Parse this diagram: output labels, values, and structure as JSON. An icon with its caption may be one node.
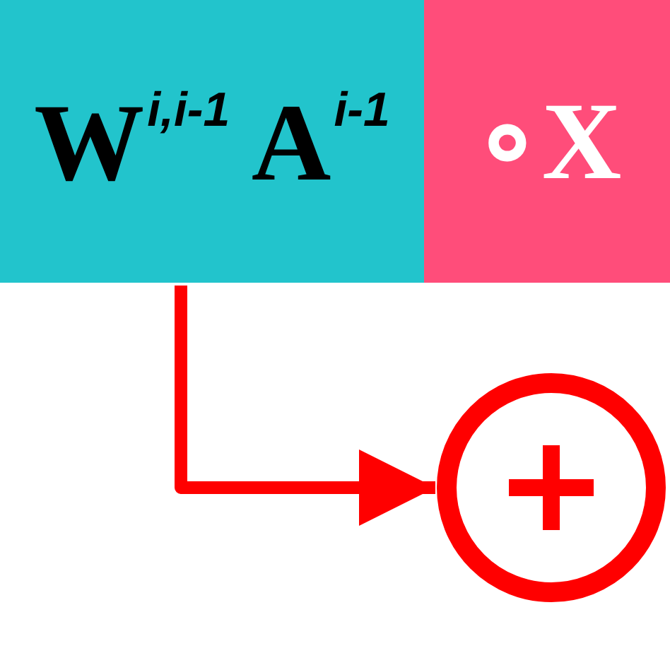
{
  "diagram": {
    "nodes": [
      {
        "text": [
          "W$^{i,i-1}$ A$^{i-1}$"
        ]
      },
      {
        "text": [
          "∘X"
        ]
      },
      {
        "text": [],
        "shape": "circle"
      }
    ],
    "edges": [
      {
        "from": 0,
        "to": 2,
        "arrow": "to",
        "color": "#ff0000"
      }
    ]
  }
}
